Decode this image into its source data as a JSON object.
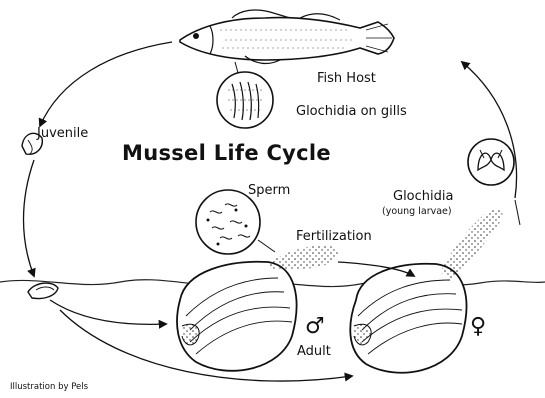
{
  "title": "Mussel Life Cycle",
  "labels": {
    "fish_host": "Fish Host",
    "glochidia_on_gills": "Glochidia on gills",
    "juvenile": "Juvenile",
    "sperm": "Sperm",
    "fertilization": "Fertilization",
    "glochidia": "Glochidia",
    "glochidia_note": "(young larvae)",
    "adult": "Adult",
    "male_symbol": "♂",
    "female_symbol": "♀",
    "credit": "Illustration by Pels"
  }
}
